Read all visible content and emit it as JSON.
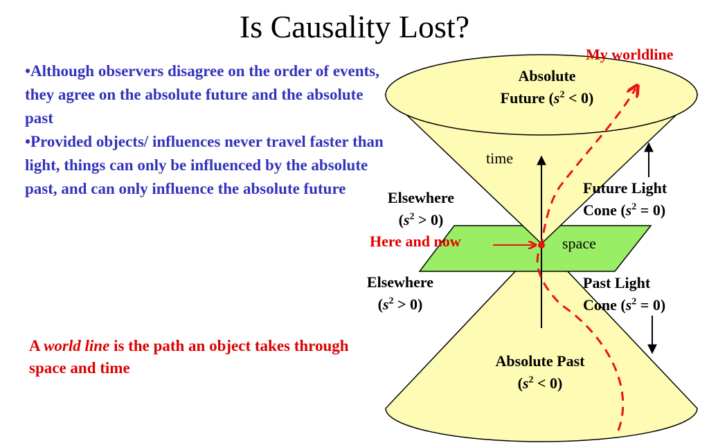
{
  "title": "Is Causality Lost?",
  "bullets": [
    "•Although observers disagree on the order of events, they agree on the absolute future and the absolute past",
    "•Provided objects/ influences never travel faster than light, things can only be influenced by the absolute past, and can only influence the absolute future"
  ],
  "note": {
    "prefix": "A ",
    "italic": "world line",
    "suffix": " is the path an object takes through space and time"
  },
  "diagram": {
    "my_worldline": "My worldline",
    "absolute_future": {
      "line1": "Absolute",
      "line2_prefix": "Future (",
      "var": "s",
      "exp": "2",
      "relation": " < 0)"
    },
    "time": "time",
    "future_light_cone": {
      "line1": "Future Light",
      "line2_prefix": "Cone (",
      "var": "s",
      "exp": "2",
      "relation": " = 0)"
    },
    "elsewhere_top": {
      "line1": "Elsewhere",
      "line2_prefix": "(",
      "var": "s",
      "exp": "2",
      "relation": " > 0)"
    },
    "here_and_now": "Here and now",
    "space": "space",
    "elsewhere_bottom": {
      "line1": "Elsewhere",
      "line2_prefix": "(",
      "var": "s",
      "exp": "2",
      "relation": " > 0)"
    },
    "past_light_cone": {
      "line1": "Past Light",
      "line2_prefix": "Cone (",
      "var": "s",
      "exp": "2",
      "relation": " = 0)"
    },
    "absolute_past": {
      "line1": "Absolute Past",
      "line2_prefix": "(",
      "var": "s",
      "exp": "2",
      "relation": " < 0)"
    },
    "colors": {
      "cone": "#fdfbb4",
      "plane": "#99ee66",
      "worldline": "#ee1111",
      "text_blue": "#3333bb"
    }
  }
}
